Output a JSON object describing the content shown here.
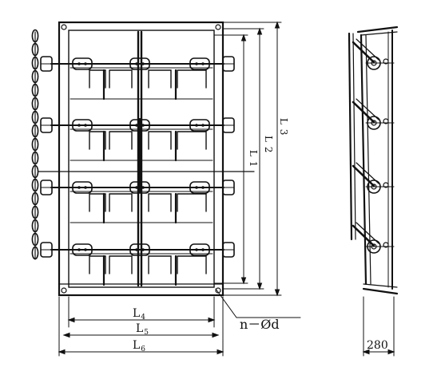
{
  "dimensions": {
    "l4": {
      "main": "L",
      "sub": "4"
    },
    "l5": {
      "main": "L",
      "sub": "5"
    },
    "l6": {
      "main": "L",
      "sub": "6"
    },
    "l1": "L 1",
    "l2": "L 2",
    "l3": "L 3"
  },
  "callouts": {
    "holes": "n－Ød",
    "side_width": "280"
  }
}
